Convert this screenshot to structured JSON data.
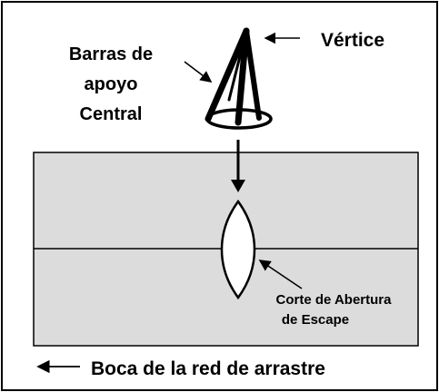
{
  "labels": {
    "vertex": "Vértice",
    "central_bars_line1": "Barras de",
    "central_bars_line2": "apoyo",
    "central_bars_line3": "Central",
    "cut_line1": "Corte de Abertura",
    "cut_line2": "de Escape",
    "net_mouth": "Boca de la red de arrastre"
  },
  "colors": {
    "panel_fill": "#dcdcdc",
    "stroke": "#000000",
    "background": "#ffffff"
  }
}
